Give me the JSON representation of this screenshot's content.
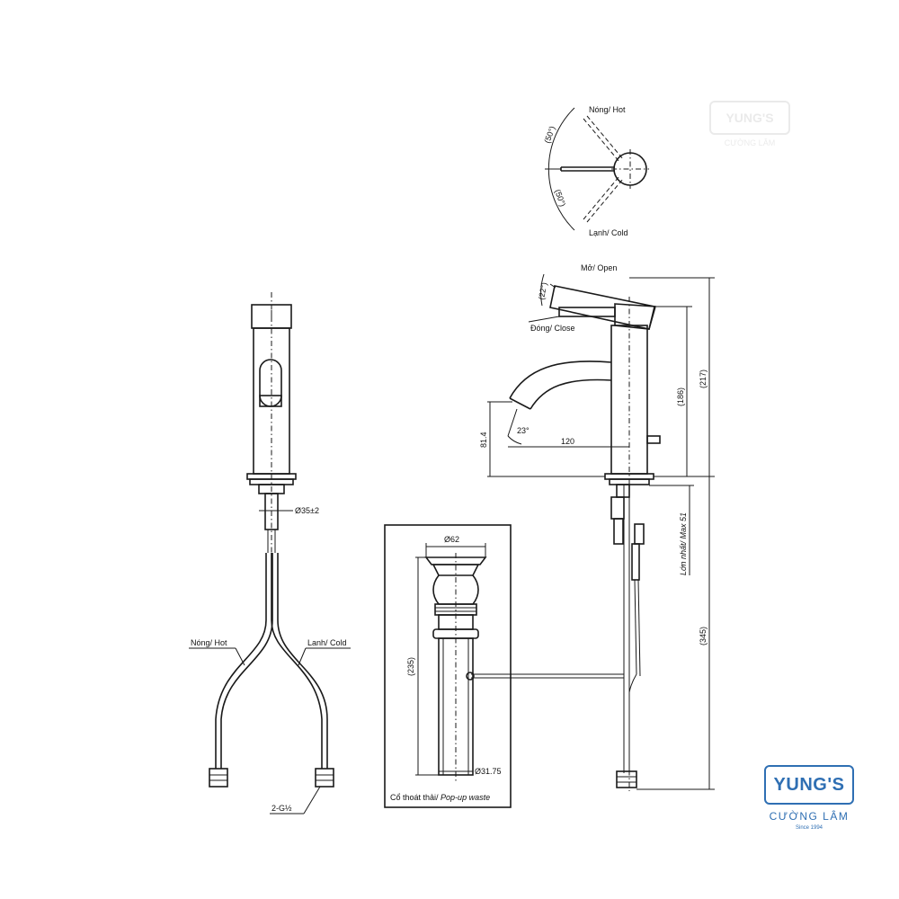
{
  "labels": {
    "hot_top": "Nóng/ Hot",
    "cold_top": "Lạnh/ Cold",
    "angle_hot": "(50°)",
    "angle_cold": "(50°)",
    "open": "Mở/ Open",
    "close": "Đóng/ Close",
    "angle_open": "(22°)",
    "angle_spout": "23°",
    "dim_120": "120",
    "dim_81_4": "81.4",
    "dim_186": "(186)",
    "dim_217": "(217)",
    "dim_max51": "Lớn nhất/ Max 51",
    "dim_345": "(345)",
    "dia_35": "Ø35±2",
    "hot_front": "Nóng/ Hot",
    "cold_front": "Lanh/ Cold",
    "thread": "2-G½",
    "dia_62": "Ø62",
    "dim_235": "(235)",
    "dia_31_75": "Ø31.75",
    "popup_vi": "Cổ thoát thải/ ",
    "popup_en": "Pop-up waste"
  },
  "logo": {
    "name": "YUNG'S",
    "sub": "CƯỜNG LÂM",
    "since": "Since 1994"
  },
  "watermark": {
    "name": "YUNG'S",
    "sub": "CƯỜNG LÂM"
  }
}
